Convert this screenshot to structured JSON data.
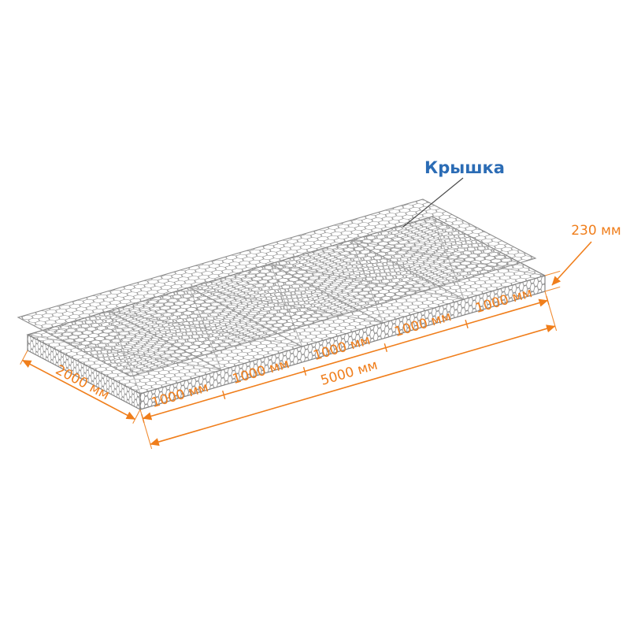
{
  "diagram": {
    "lid_label": "Крышка",
    "height_label": "230 мм",
    "width_label": "2000 мм",
    "total_length_label": "5000 мм",
    "cell_length_labels": [
      "1000 мм",
      "1000 мм",
      "1000 мм",
      "1000 мм",
      "1000 мм"
    ],
    "colors": {
      "dimension_orange": "#F07E1B",
      "label_blue": "#2B6CB5",
      "mesh_gray": "#8C8C8C",
      "mesh_gray_lid": "#909090",
      "leader_gray": "#4A4A4A"
    }
  }
}
